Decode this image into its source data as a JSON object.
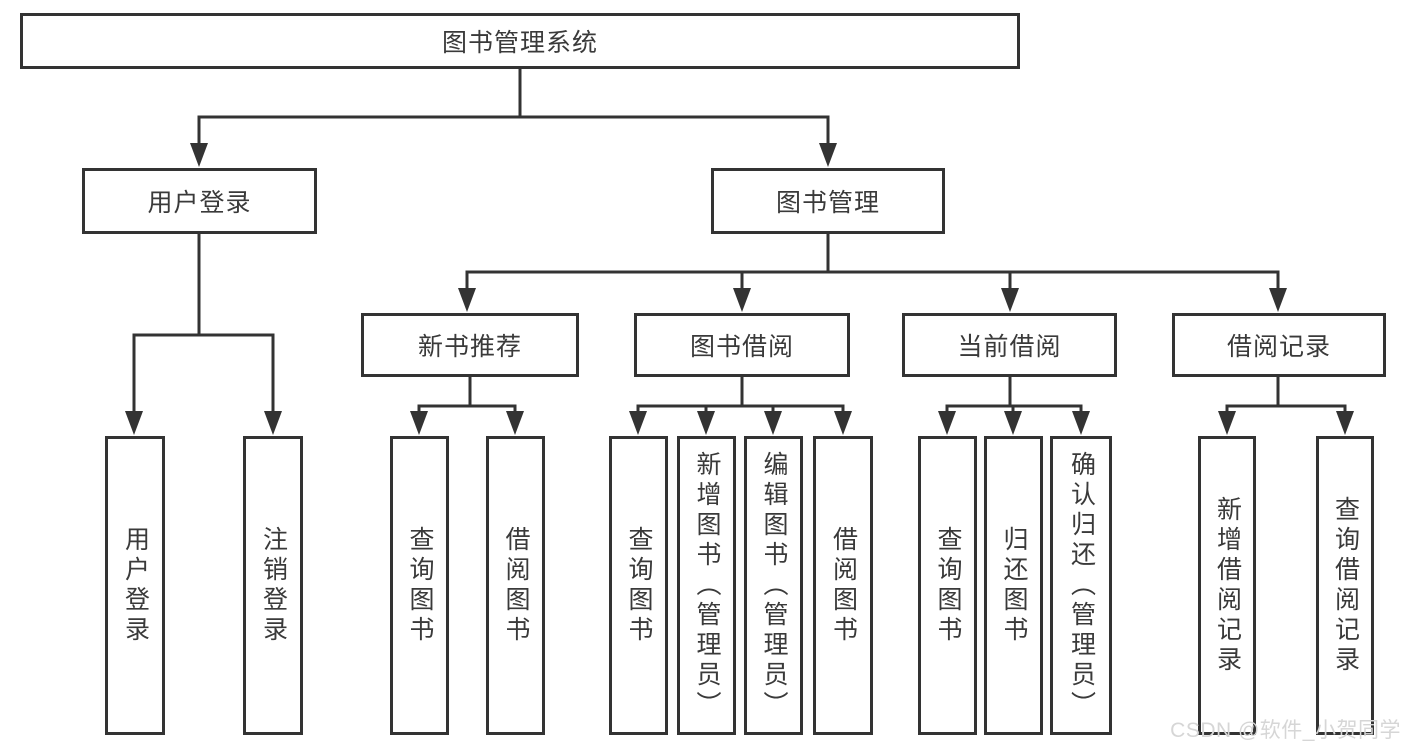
{
  "tree": {
    "root": {
      "label": "图书管理系统"
    },
    "level2": [
      {
        "label": "用户登录",
        "children": [
          {
            "label": "用户登录"
          },
          {
            "label": "注销登录"
          }
        ]
      },
      {
        "label": "图书管理",
        "children": [
          {
            "label": "新书推荐",
            "children": [
              {
                "label": "查询图书"
              },
              {
                "label": "借阅图书"
              }
            ]
          },
          {
            "label": "图书借阅",
            "children": [
              {
                "label": "查询图书"
              },
              {
                "label": "新增图书（管理员）"
              },
              {
                "label": "编辑图书（管理员）"
              },
              {
                "label": "借阅图书"
              }
            ]
          },
          {
            "label": "当前借阅",
            "children": [
              {
                "label": "查询图书"
              },
              {
                "label": "归还图书"
              },
              {
                "label": "确认归还（管理员）"
              }
            ]
          },
          {
            "label": "借阅记录",
            "children": [
              {
                "label": "新增借阅记录"
              },
              {
                "label": "查询借阅记录"
              }
            ]
          }
        ]
      }
    ]
  },
  "watermark": {
    "text": "CSDN @软件_小贺同学"
  },
  "colors": {
    "line": "#333333",
    "text": "#3a3a3a",
    "watermark": "#d6d6d6",
    "background": "#ffffff"
  }
}
